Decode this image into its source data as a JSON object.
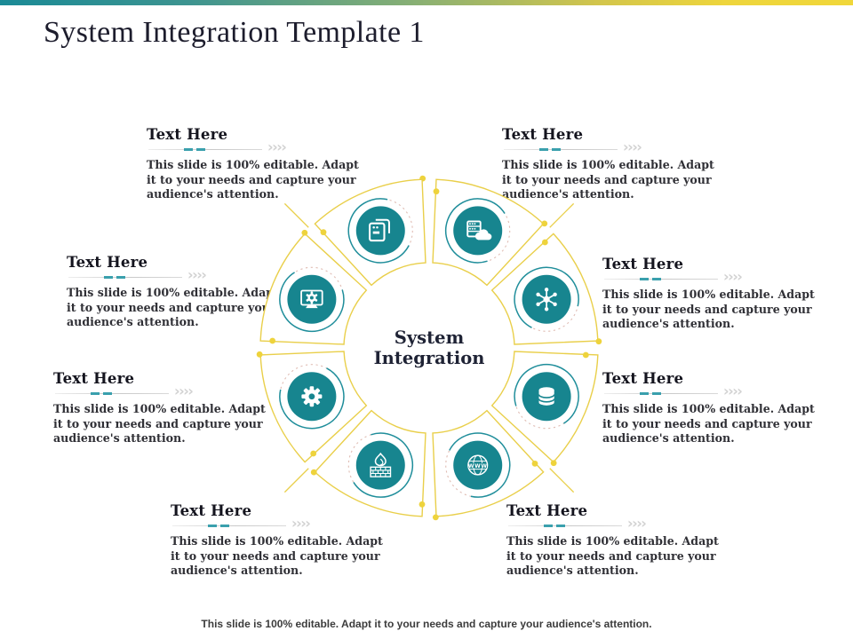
{
  "slide": {
    "title": "System Integration Template 1",
    "footer": "This slide is 100% editable. Adapt it to your needs and capture your audience's attention.",
    "chevrons": "››››",
    "accent_teal": "#17858f",
    "accent_yellow": "#e9cf4a",
    "gradient_bar": [
      "#1a8a96",
      "#86af75",
      "#f0d73a"
    ]
  },
  "diagram": {
    "center_label": [
      "System",
      "Integration"
    ],
    "ring_color": "#e9cf4a",
    "dot_color": "#eed33c",
    "node_color": "#17858f",
    "arc_teal": "#1f8e9b",
    "arc_dashed": "#e0bdb4",
    "segments": [
      {
        "icon": "server-cloud-icon"
      },
      {
        "icon": "network-hub-icon"
      },
      {
        "icon": "database-icon"
      },
      {
        "icon": "globe-www-icon"
      },
      {
        "icon": "firewall-icon"
      },
      {
        "icon": "gear-icon"
      },
      {
        "icon": "monitor-gear-icon"
      },
      {
        "icon": "app-window-icon"
      }
    ]
  },
  "blocks": [
    {
      "position": "top-left",
      "title": "Text Here",
      "body": "This slide is 100% editable. Adapt it to your needs and capture your audience's attention."
    },
    {
      "position": "top-right",
      "title": "Text Here",
      "body": "This slide is 100% editable. Adapt it to your needs and capture your audience's attention."
    },
    {
      "position": "right-upper",
      "title": "Text Here",
      "body": "This slide is 100% editable. Adapt it to your needs and capture your audience's attention."
    },
    {
      "position": "right-lower",
      "title": "Text Here",
      "body": "This slide is 100% editable. Adapt it to your needs and capture your audience's attention."
    },
    {
      "position": "bottom-right",
      "title": "Text Here",
      "body": "This slide is 100% editable. Adapt it to your needs and capture your audience's attention."
    },
    {
      "position": "bottom-left",
      "title": "Text Here",
      "body": "This slide is 100% editable. Adapt it to your needs and capture your audience's attention."
    },
    {
      "position": "left-lower",
      "title": "Text Here",
      "body": "This slide is 100% editable. Adapt it to your needs and capture your audience's attention."
    },
    {
      "position": "left-upper",
      "title": "Text Here",
      "body": "This slide is 100% editable. Adapt it to your needs and capture your audience's attention."
    }
  ]
}
